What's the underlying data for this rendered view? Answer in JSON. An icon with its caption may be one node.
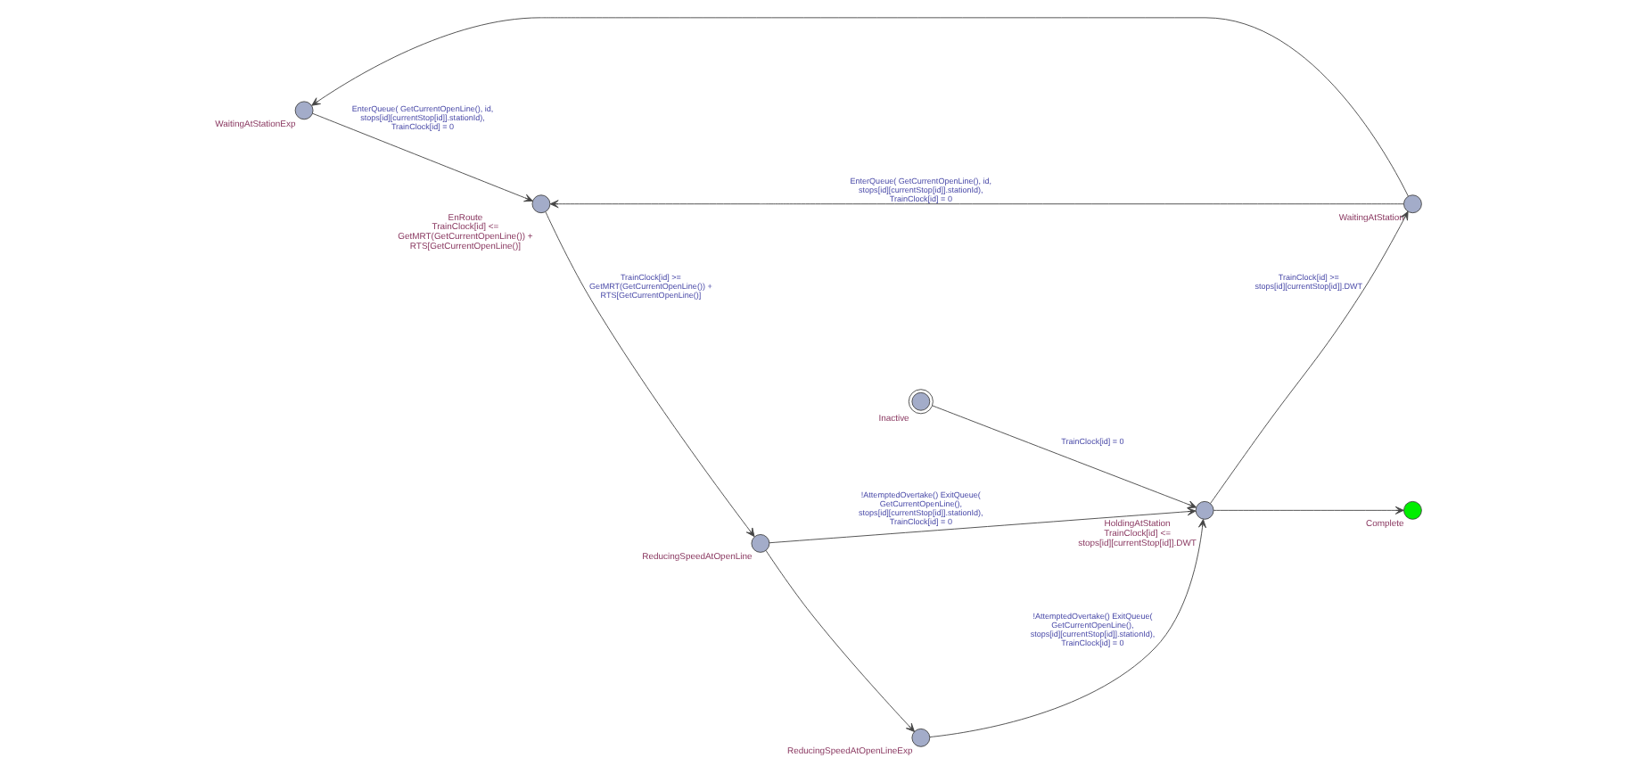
{
  "diagram": {
    "nodes": [
      {
        "text": [],
        "shape": "circle",
        "beside": [
          "WaitingAtStationExp"
        ]
      },
      {
        "text": [],
        "shape": "circle",
        "beside": [
          "WaitingAtStation"
        ]
      },
      {
        "text": [],
        "shape": "circle",
        "beside": [
          "Inactive"
        ]
      },
      {
        "text": [],
        "shape": "circle",
        "beside": [
          "HoldingAtStation",
          "TrainClock[id] <= stops[id][currentStop[id]].DWT"
        ]
      },
      {
        "text": [],
        "shape": "circle",
        "beside": [
          "EnRoute",
          "TrainClock[id] <= GetMRT(GetCurrentOpenLine()) + RTS[GetCurrentOpenLine()]"
        ]
      },
      {
        "text": [],
        "shape": "circle",
        "beside": [
          "Complete"
        ]
      },
      {
        "text": [],
        "shape": "circle",
        "beside": [
          "ReducingSpeedAtOpenLine"
        ]
      },
      {
        "text": [],
        "shape": "circle",
        "beside": [
          "ReducingSpeedAtOpenLineExp"
        ]
      }
    ],
    "edges": [
      {
        "from": 2,
        "to": 3,
        "arrow": "to",
        "label": "TrainClock[id] = 0"
      },
      {
        "from": 3,
        "to": 5,
        "arrow": "to"
      },
      {
        "from": 3,
        "to": 1,
        "arrow": "to",
        "label": "TrainClock[id] >= stops[id][currentStop[id]].DWT"
      },
      {
        "from": 1,
        "to": 0,
        "arrow": "to"
      },
      {
        "from": 1,
        "to": 4,
        "arrow": "to",
        "label": "EnterQueue( GetCurrentOpenLine(), id, stops[id][currentStop[id]].stationId), TrainClock[id] = 0"
      },
      {
        "from": 0,
        "to": 4,
        "arrow": "to",
        "label": "EnterQueue( GetCurrentOpenLine(), id, stops[id][currentStop[id]].stationId), TrainClock[id] = 0"
      },
      {
        "from": 4,
        "to": 6,
        "arrow": "to",
        "label": "TrainClock[id] >= GetMRT(GetCurrentOpenLine()) + RTS[GetCurrentOpenLine()]"
      },
      {
        "from": 6,
        "to": 3,
        "arrow": "to",
        "label": "!AttemptedOvertake() ExitQueue( GetCurrentOpenLine(), stops[id][currentStop[id]].stationId), TrainClock[id] = 0"
      },
      {
        "from": 6,
        "to": 7,
        "arrow": "to"
      },
      {
        "from": 7,
        "to": 3,
        "arrow": "to",
        "label": "!AttemptedOvertake() ExitQueue( GetCurrentOpenLine(), stops[id][currentStop[id]].stationId), TrainClock[id] = 0"
      }
    ]
  }
}
